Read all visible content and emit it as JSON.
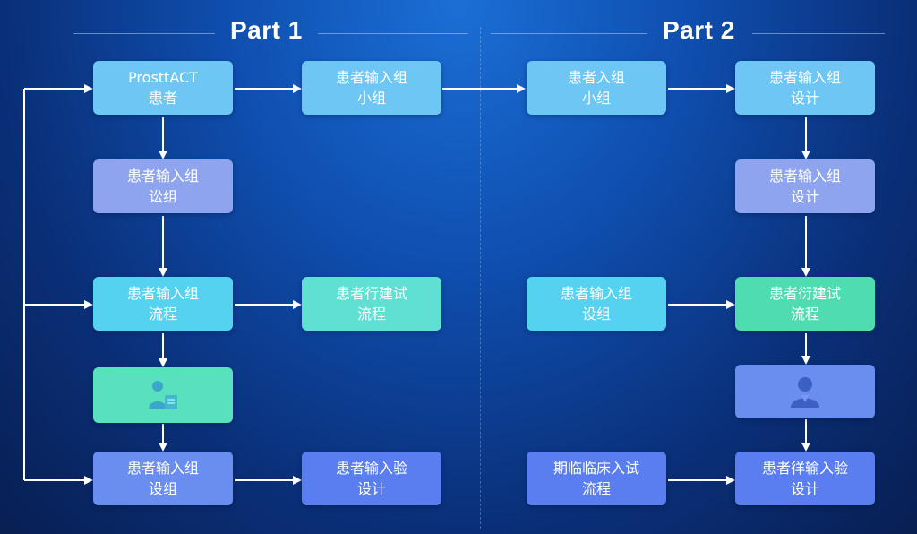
{
  "part1": {
    "title": "Part 1",
    "nodes": {
      "n1": [
        "ProsttACT",
        "患者"
      ],
      "n2": [
        "患者输入组",
        "小组"
      ],
      "n3": [
        "患者输入组",
        "讼组"
      ],
      "n4": [
        "患者输入组",
        "流程"
      ],
      "n5": [
        "患者行建试",
        "流程"
      ],
      "n7": [
        "患者输入组",
        "设组"
      ],
      "n8": [
        "患者输入验",
        "设计"
      ]
    },
    "icon_node_icon": "person-at-desk-icon"
  },
  "part2": {
    "title": "Part 2",
    "nodes": {
      "m1": [
        "患者入组",
        "小组"
      ],
      "m2": [
        "患者输入组",
        "设计"
      ],
      "m3": [
        "患者输入组",
        "设计"
      ],
      "m4": [
        "患者输入组",
        "设组"
      ],
      "m5": [
        "患者衍建试",
        "流程"
      ],
      "m7": [
        "期临临床入试",
        "流程"
      ],
      "m8": [
        "患者徉输入验",
        "设计"
      ]
    },
    "icon_node_icon": "person-avatar-icon"
  },
  "colors": {
    "background": "#0f4fb0",
    "arrow": "#ffffff"
  }
}
